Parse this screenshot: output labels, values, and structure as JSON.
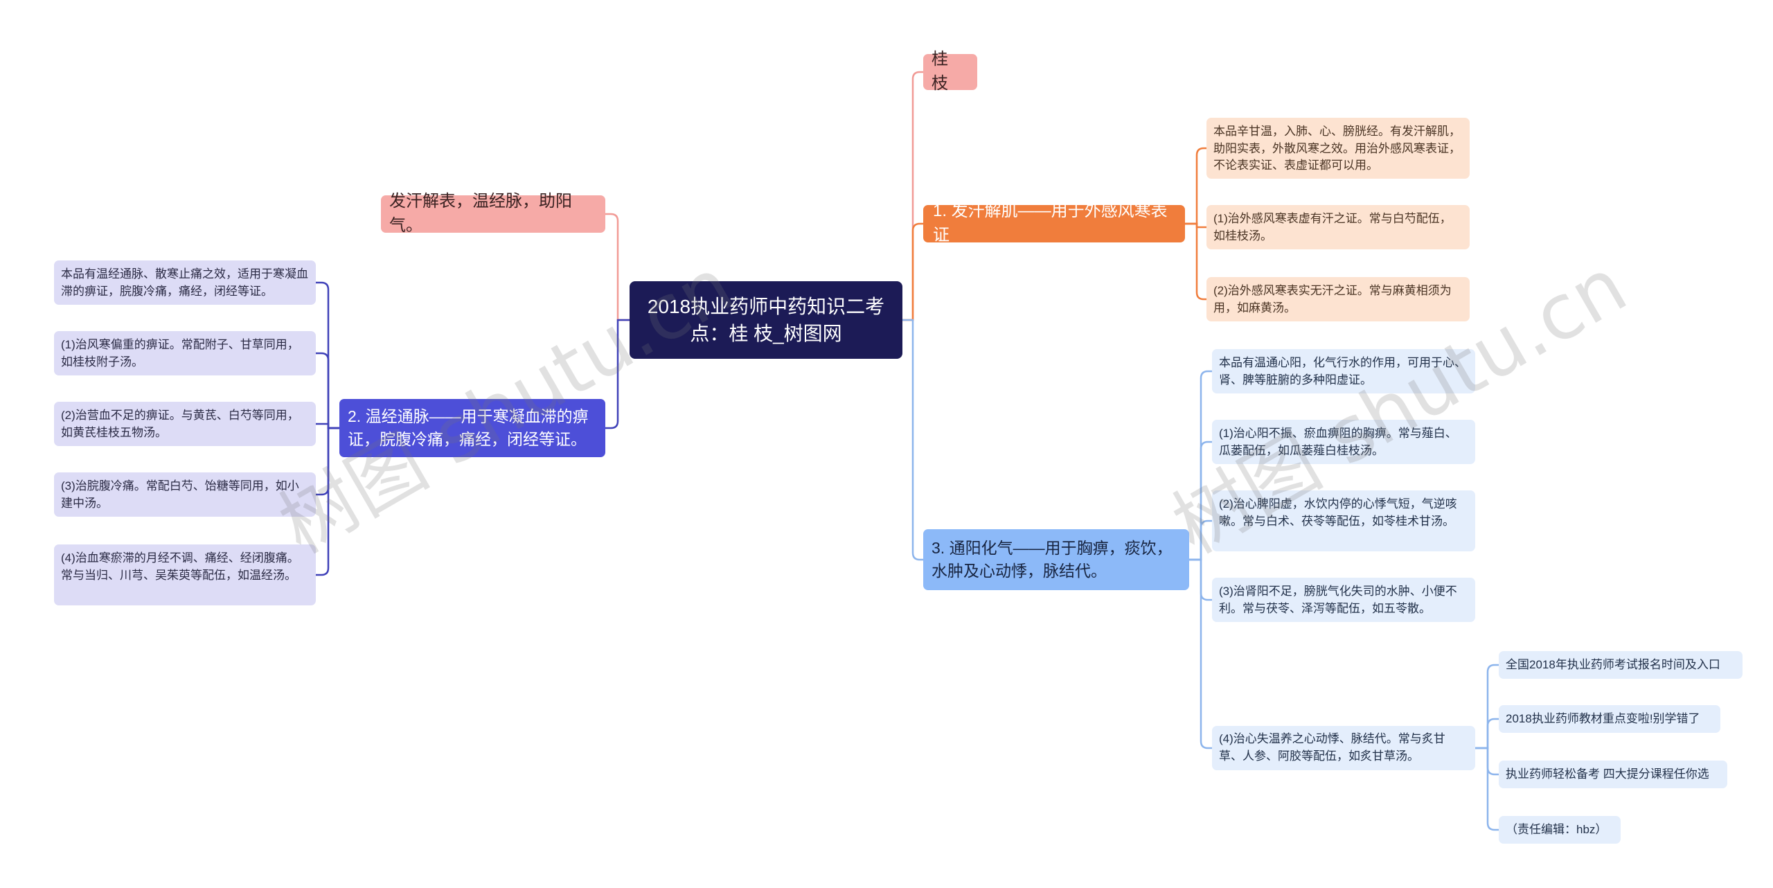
{
  "root": {
    "title": "2018执业药师中药知识二考点：桂 枝_树图网"
  },
  "top_pill": {
    "label": "桂 枝"
  },
  "left_pill": {
    "label": "发汗解表，温经脉，助阳气。"
  },
  "branches": {
    "b1": {
      "label": "1. 发汗解肌——用于外感风寒表证",
      "leaves": [
        "本品辛甘温，入肺、心、膀胱经。有发汗解肌，助阳实表，外散风寒之效。用治外感风寒表证，不论表实证、表虚证都可以用。",
        "(1)治外感风寒表虚有汗之证。常与白芍配伍，如桂枝汤。",
        "(2)治外感风寒表实无汗之证。常与麻黄相须为用，如麻黄汤。"
      ]
    },
    "b2": {
      "label": "2. 温经通脉——用于寒凝血滞的痹证，脘腹冷痛，痛经，闭经等证。",
      "leaves": [
        "本品有温经通脉、散寒止痛之效，适用于寒凝血滞的痹证，脘腹冷痛，痛经，闭经等证。",
        "(1)治风寒偏重的痹证。常配附子、甘草同用，如桂枝附子汤。",
        "(2)治营血不足的痹证。与黄芪、白芍等同用，如黄芪桂枝五物汤。",
        "(3)治脘腹冷痛。常配白芍、饴糖等同用，如小建中汤。",
        "(4)治血寒瘀滞的月经不调、痛经、经闭腹痛。常与当归、川芎、吴茱萸等配伍，如温经汤。"
      ]
    },
    "b3": {
      "label": "3. 通阳化气——用于胸痹，痰饮，水肿及心动悸，脉结代。",
      "leaves": [
        "本品有温通心阳，化气行水的作用，可用于心、肾、脾等脏腑的多种阳虚证。",
        "(1)治心阳不振、瘀血痹阻的胸痹。常与薤白、瓜蒌配伍，如瓜蒌薤白桂枝汤。",
        "(2)治心脾阳虚，水饮内停的心悸气短，气逆咳嗽。常与白术、茯苓等配伍，如苓桂术甘汤。",
        "(3)治肾阳不足，膀胱气化失司的水肿、小便不利。常与茯苓、泽泻等配伍，如五苓散。",
        "(4)治心失温养之心动悸、脉结代。常与炙甘草、人参、阿胶等配伍，如炙甘草汤。"
      ],
      "sub_leaves": [
        "全国2018年执业药师考试报名时间及入口",
        "2018执业药师教材重点变啦!别学错了",
        "执业药师轻松备考 四大提分课程任你选",
        "（责任编辑：hbz）"
      ]
    }
  },
  "watermarks": [
    "树图 shutu.cn",
    "树图 shutu.cn"
  ],
  "colors": {
    "root": "#1c1b56",
    "pink": "#f6aaa7",
    "orange": "#f07d3c",
    "purple": "#4d4fd8",
    "blue": "#8cb9f8",
    "line_pink": "#f19a95",
    "line_orange": "#f07d3c",
    "line_purple": "#3f41b8",
    "line_blue": "#8cb4ec"
  }
}
